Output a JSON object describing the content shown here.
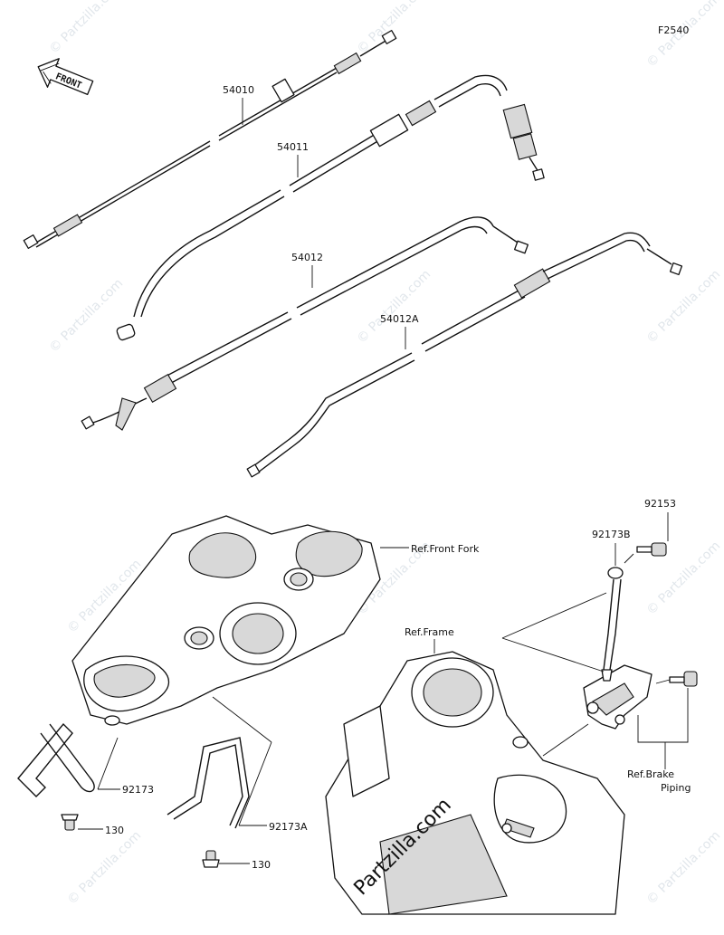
{
  "diagram_code": "F2540",
  "front_label": "FRONT",
  "watermark": "© Partzilla.com",
  "watermark_center": "Partzilla.com",
  "parts": {
    "p54010": "54010",
    "p54011": "54011",
    "p54012": "54012",
    "p54012A": "54012A",
    "p92153": "92153",
    "p92173B": "92173B",
    "p92173": "92173",
    "p92173A": "92173A",
    "p130a": "130",
    "p130b": "130"
  },
  "refs": {
    "front_fork": "Ref.Front Fork",
    "frame": "Ref.Frame",
    "brake_1": "Ref.Brake",
    "brake_2": "Piping"
  }
}
